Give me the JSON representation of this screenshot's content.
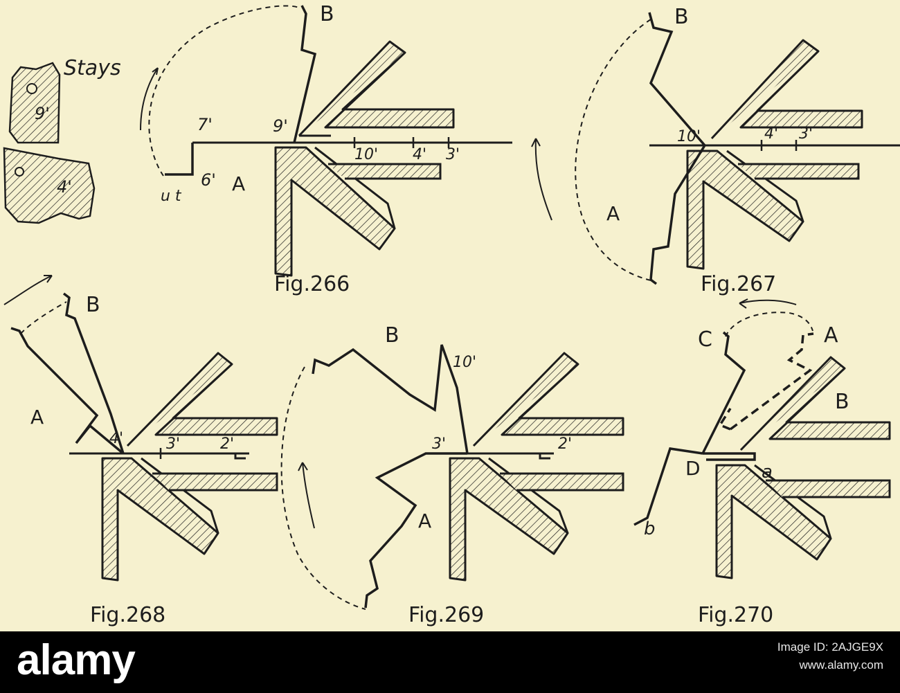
{
  "figures": {
    "f266": {
      "caption": "Fig.266",
      "label_a": "A",
      "label_b": "B",
      "t7": "7'",
      "t9": "9'",
      "t6": "6'",
      "t10": "10'",
      "t4": "4'",
      "t3": "3'",
      "ut": "u t"
    },
    "f267": {
      "caption": "Fig.267",
      "label_a": "A",
      "label_b": "B",
      "t10": "10'",
      "t4": "4'",
      "t3": "3'"
    },
    "f268": {
      "caption": "Fig.268",
      "label_a": "A",
      "label_b": "B",
      "t4": "4'",
      "t3": "3'",
      "t2": "2'"
    },
    "f269": {
      "caption": "Fig.269",
      "label_a": "A",
      "label_b": "B",
      "t10": "10'",
      "t3": "3'",
      "t2": "2'"
    },
    "f270": {
      "caption": "Fig.270",
      "label_a": "A",
      "label_b": "B",
      "label_c": "C",
      "label_d": "D",
      "label_sa": "a",
      "label_sb": "b"
    }
  },
  "stays": {
    "title": "Stays",
    "t9": "9'",
    "t4": "4'"
  },
  "colors": {
    "background": "#f6f1cf",
    "ink": "#1d1d1d",
    "footer": "#000000"
  },
  "footer": {
    "brand": "alamy",
    "image_id": "Image ID: 2AJGE9X",
    "site": "www.alamy.com"
  }
}
